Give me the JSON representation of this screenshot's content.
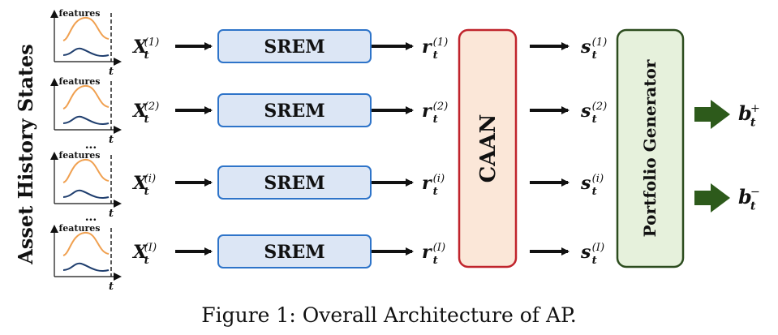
{
  "side_label": "Asset History States",
  "history_chart": {
    "features_label": "features",
    "time_label": "t",
    "ellipsis": "..."
  },
  "rows": [
    {
      "input": {
        "base": "X",
        "sub": "t",
        "sup": "(1)"
      },
      "srem": "SREM",
      "rep": {
        "base": "r",
        "sub": "t",
        "sup": "(1)"
      },
      "score": {
        "base": "s",
        "sub": "t",
        "sup": "(1)"
      }
    },
    {
      "input": {
        "base": "X",
        "sub": "t",
        "sup": "(2)"
      },
      "srem": "SREM",
      "rep": {
        "base": "r",
        "sub": "t",
        "sup": "(2)"
      },
      "score": {
        "base": "s",
        "sub": "t",
        "sup": "(2)"
      }
    },
    {
      "input": {
        "base": "X",
        "sub": "t",
        "sup": "(i)"
      },
      "srem": "SREM",
      "rep": {
        "base": "r",
        "sub": "t",
        "sup": "(i)"
      },
      "score": {
        "base": "s",
        "sub": "t",
        "sup": "(i)"
      }
    },
    {
      "input": {
        "base": "X",
        "sub": "t",
        "sup": "(I)"
      },
      "srem": "SREM",
      "rep": {
        "base": "r",
        "sub": "t",
        "sup": "(I)"
      },
      "score": {
        "base": "s",
        "sub": "t",
        "sup": "(I)"
      }
    }
  ],
  "caan_label": "CAAN",
  "generator_label": "Portfolio Generator",
  "outputs": [
    {
      "base": "b",
      "sub": "t",
      "sup": "+"
    },
    {
      "base": "b",
      "sub": "t",
      "sup": "−"
    }
  ],
  "caption": "Figure 1: Overall Architecture of AP.",
  "colors": {
    "srem_fill": "#dce6f5",
    "srem_stroke": "#2e74c9",
    "caan_fill": "#fbe7d8",
    "caan_stroke": "#c0242c",
    "generator_fill": "#e6f1dc",
    "generator_stroke": "#2c4c1e",
    "output_arrow": "#2d5a1b",
    "orange_curve": "#f0a050",
    "blue_curve": "#1f3e6e"
  }
}
